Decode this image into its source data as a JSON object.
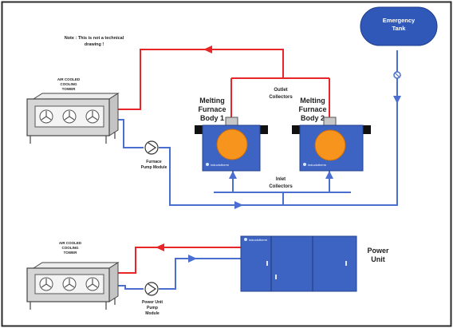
{
  "note": {
    "line1": "Note : This is not a technical",
    "line2": "drawing !"
  },
  "tower_top": {
    "line1": "AIR COOLED",
    "line2": "COOLING",
    "line3": "TOWER"
  },
  "tower_bottom": {
    "line1": "AIR COOLED",
    "line2": "COOLING",
    "line3": "TOWER"
  },
  "emergency_tank": {
    "line1": "Emergency",
    "line2": "Tank"
  },
  "furnace1": {
    "line1": "Melting",
    "line2": "Furnace",
    "line3": "Body 1",
    "brand": "inductotherm"
  },
  "furnace2": {
    "line1": "Melting",
    "line2": "Furnace",
    "line3": "Body 2",
    "brand": "inductotherm"
  },
  "outlet_collectors": {
    "line1": "Outlet",
    "line2": "Collectors"
  },
  "inlet_collectors": {
    "line1": "Inlet",
    "line2": "Collectors"
  },
  "furnace_pump": {
    "line1": "Furnace",
    "line2": "Pump Module"
  },
  "power_unit_pump": {
    "line1": "Power Unit",
    "line2": "Pump",
    "line3": "Module"
  },
  "power_unit": {
    "line1": "Power",
    "line2": "Unit",
    "brand": "inductotherm"
  },
  "colors": {
    "hot_line": "#e8262a",
    "cold_line": "#4a6fd0",
    "cabinet_blue": "#3d64c3",
    "tank_blue": "#2f58b8",
    "orange": "#f7941d",
    "tower_grey": "#d6d6d6"
  }
}
